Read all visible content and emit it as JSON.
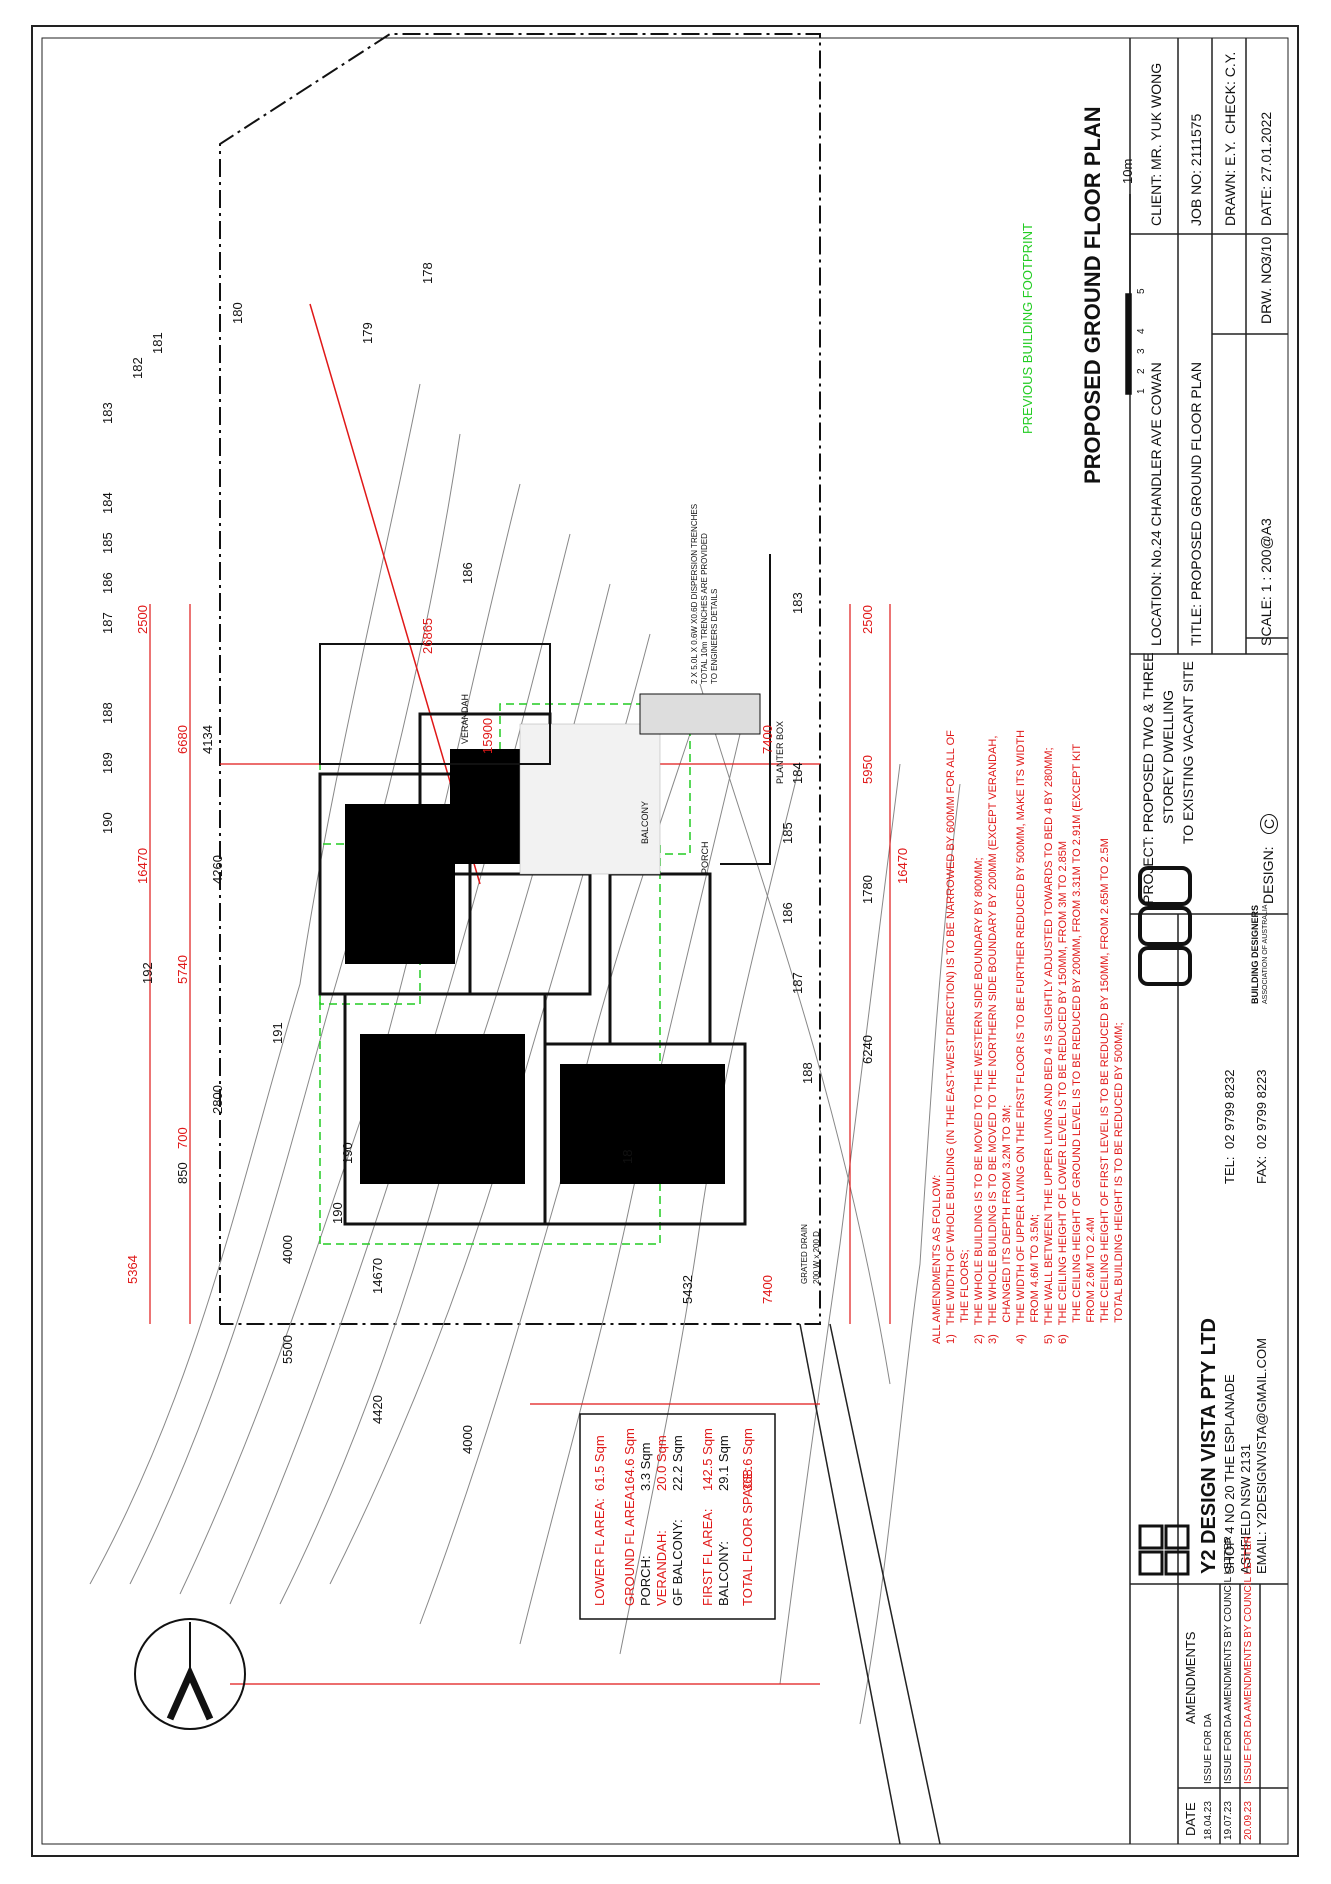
{
  "drawing": {
    "title": "PROPOSED GROUND FLOOR PLAN",
    "legend_footprint": "PREVIOUS BUILDING FOOTPRINT",
    "scale_bar": {
      "ticks": [
        "1",
        "2",
        "3",
        "4",
        "5"
      ],
      "end": "10m"
    }
  },
  "title_block": {
    "company": "Y2 DESIGN VISTA PTY LTD",
    "address1": "SHOP 4 NO 20 THE ESPLANADE",
    "address2": "ASHFIELD NSW 2131",
    "email": "EMAIL: Y2DESIGNVISTA@GMAIL.COM",
    "tel_label": "TEL:",
    "tel": "02 9799 8232",
    "fax_label": "FAX:",
    "fax": "02 9799 8223",
    "bda_line1": "BUILDING DESIGNERS",
    "bda_line2": "ASSOCIATION OF AUSTRALIA",
    "project_label": "PROJECT:",
    "project": "PROPOSED TWO & THREE STOREY DWELLING TO EXISTING VACANT SITE",
    "project_l1": "PROJECT: PROPOSED TWO & THREE",
    "project_l2": "STOREY DWELLING",
    "project_l3": "TO EXISTING VACANT SITE",
    "design": "DESIGN:",
    "design_rev": "C",
    "location": "LOCATION: No.24 CHANDLER AVE COWAN",
    "client": "CLIENT: MR. YUK WONG",
    "title": "TITLE: PROPOSED GROUND FLOOR PLAN",
    "job_no": "JOB NO:  2111575",
    "drawn": "DRAWN: E.Y.",
    "check": "CHECK: C.Y.",
    "scale": "SCALE:     1 : 200@A3",
    "drw_no": "DRW. NO.",
    "sheet": "3/10",
    "date": "DATE:   27.01.2022"
  },
  "amendments": {
    "header_date": "DATE",
    "header_amend": "AMENDMENTS",
    "rows": [
      {
        "date": "18.04.23",
        "text": "ISSUE FOR DA",
        "red": false
      },
      {
        "date": "19.07.23",
        "text": "ISSUE FOR DA AMENDMENTS BY COUNCIL LETTER",
        "red": false
      },
      {
        "date": "20.09.23",
        "text": "ISSUE FOR DA AMENDMENTS BY COUNCIL LETTER",
        "red": true
      }
    ]
  },
  "area_schedule": [
    {
      "label": "LOWER FL AREA:",
      "value": "61.5 Sqm",
      "red": true
    },
    {
      "label": "GROUND FL AREA:",
      "value": "164.6 Sqm",
      "red": true
    },
    {
      "label": "PORCH:",
      "value": "3.3 Sqm",
      "red": false
    },
    {
      "label": "VERANDAH:",
      "value": "20.0 Sqm",
      "red": true
    },
    {
      "label": "GF BALCONY:",
      "value": "22.2 Sqm",
      "red": false
    },
    {
      "label": "FIRST FL AREA:",
      "value": "142.5 Sqm",
      "red": true
    },
    {
      "label": "BALCONY:",
      "value": "29.1 Sqm",
      "red": false
    },
    {
      "label": "TOTAL FLOOR SPACE:",
      "value": "368.6 Sqm",
      "red": true
    }
  ],
  "notes": {
    "heading": "ALL AMENDMENTS AS FOLLOW:",
    "lines": [
      "1)   THE WIDTH OF WHOLE BUILDING (IN THE EAST-WEST DIRECTION) IS TO BE NARROWED BY 600MM FOR ALL OF",
      "       THE FLOORS;",
      "2)   THE WHOLE BUILDING IS TO BE MOVED TO THE WESTERN SIDE BOUNDARY BY 800MM;",
      "3)   THE WHOLE BUILDING IS TO BE MOVED TO THE NORTHERN SIDE BOUNDARY BY 200MM (EXCEPT VERANDAH,",
      "       CHANGED ITS DEPTH FROM 3.2M TO 3M;",
      "4)   THE WIDTH OF UPPER LIVING ON THE FIRST FLOOR IS TO BE FURTHER REDUCED BY 500MM, MAKE ITS WIDTH",
      "       FROM 4.6M TO 3.5M;",
      "5)   THE WALL BETWEEN THE UPPER LIVING AND BED 4 IS SLIGHTLY ADJUSTED TOWARDS TO BED 4 BY 280MM;",
      "6)   THE CEILING HEIGHT OF LOWER LEVEL IS TO BE REDUCED BY 150MM, FROM 3M TO 2.85M",
      "       THE CEILING HEIGHT OF GROUND LEVEL IS TO BE REDUCED BY 200MM, FROM 3.31M TO 2.91M (EXCEPT KIT",
      "       FROM 2.6M TO 2.4M",
      "       THE CEILING HEIGHT OF FIRST LEVEL IS TO BE REDUCED BY 150MM, FROM 2.65M TO 2.5M",
      "       TOTAL BUILDING HEIGHT IS TO BE REDUCED BY 500MM;"
    ]
  },
  "plan_labels": {
    "contours": [
      "178",
      "179",
      "180",
      "181",
      "182",
      "183",
      "184",
      "185",
      "186",
      "187",
      "188",
      "189",
      "190",
      "191",
      "192",
      "183",
      "186",
      "184",
      "185",
      "186",
      "187",
      "188",
      "190"
    ],
    "dims_top": [
      "2500",
      "6680",
      "4260",
      "5740",
      "2800",
      "700",
      "850",
      "16470"
    ],
    "dims_bottom": [
      "2500",
      "5950",
      "1780",
      "6240",
      "16470"
    ],
    "dims_left": [
      "5364",
      "4000",
      "14670",
      "5500",
      "4420",
      "4000",
      "5432",
      "7400"
    ],
    "dims_right": [
      "4134",
      "15900",
      "7400"
    ],
    "diagonal": "26865",
    "verandah": "VERANDAH",
    "porch": "PORCH",
    "balcony": "BALCONY",
    "planter": "PLANTER BOX",
    "trench_note1": "2 X 5.0L X 0.6W X0.6D DISPERSION TRENCHES",
    "trench_note2": "TOTAL 10m TRENCHES ARE PROVIDED",
    "trench_note3": "TO ENGINEERS DETAILS",
    "grated_drain": "GRATED DRAIN",
    "grated_drain2": "200 W x 200 D",
    "dim_190": "190",
    "dim_18": "18"
  }
}
